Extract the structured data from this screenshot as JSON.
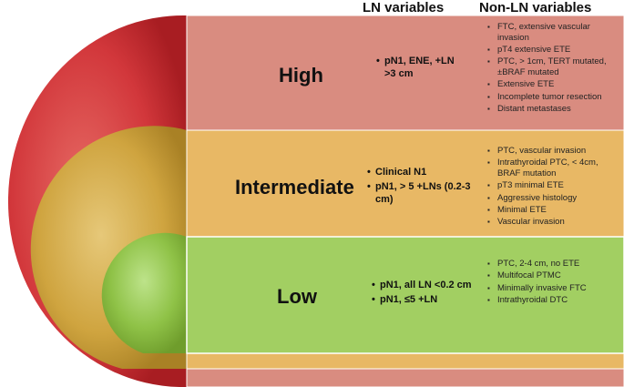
{
  "headers": {
    "ln": "LN variables",
    "non_ln": "Non-LN variables"
  },
  "tiers": [
    {
      "name": "High",
      "color": "#d98c80",
      "ln": [
        "pN1, ENE, +LN >3 cm"
      ],
      "non_ln": [
        "FTC, extensive vascular invasion",
        "pT4 extensive ETE",
        "PTC, > 1cm, TERT mutated, ±BRAF mutated",
        "Extensive ETE",
        "Incomplete tumor resection",
        "Distant metastases"
      ]
    },
    {
      "name": "Intermediate",
      "color": "#e8b865",
      "ln": [
        "Clinical N1",
        "pN1, > 5 +LNs (0.2-3 cm)"
      ],
      "non_ln": [
        "PTC, vascular invasion",
        "Intrathyroidal PTC, < 4cm, BRAF mutation",
        "pT3 minimal ETE",
        "Aggressive histology",
        "Minimal ETE",
        "Vascular invasion"
      ]
    },
    {
      "name": "Low",
      "color": "#a2cf62",
      "ln": [
        "pN1, all LN <0.2 cm",
        "pN1, ≤5 +LN"
      ],
      "non_ln": [
        "PTC, 2-4 cm, no ETE",
        "Multifocal PTMC",
        "Minimally invasive FTC",
        "Intrathyroidal DTC"
      ]
    }
  ],
  "arc_colors": {
    "high": "#c7262c",
    "intermediate": "#c9a23a",
    "low": "#86b83a"
  }
}
